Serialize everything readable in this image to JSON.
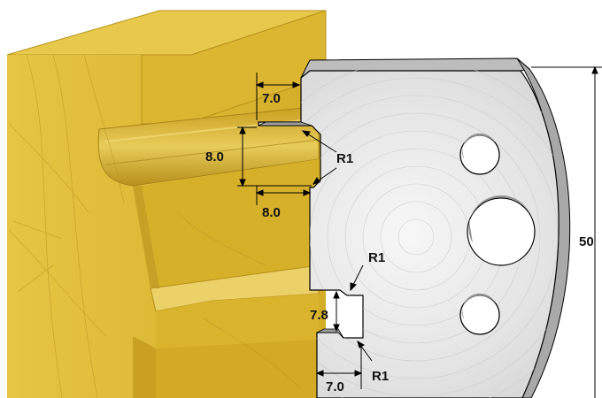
{
  "dimensions": {
    "top_width": "7.0",
    "upper_groove_height": "8.0",
    "upper_groove_depth": "8.0",
    "lower_groove_height": "7.8",
    "bottom_width": "7.0",
    "overall_height": "50"
  },
  "radii": {
    "upper_inner": "R1",
    "upper_outer": "R1",
    "lower_inner": "R1",
    "lower_outer": "R1"
  },
  "colors": {
    "wood_face": "#d9b42c",
    "wood_top": "#e8c84a",
    "wood_shadow": "#a8861a",
    "steel_face": "#e6e6e6",
    "steel_edge": "#b3b3b3",
    "hole_fill": "#ffffff",
    "hole_shadow": "#8f8f8f",
    "line": "#000000"
  }
}
